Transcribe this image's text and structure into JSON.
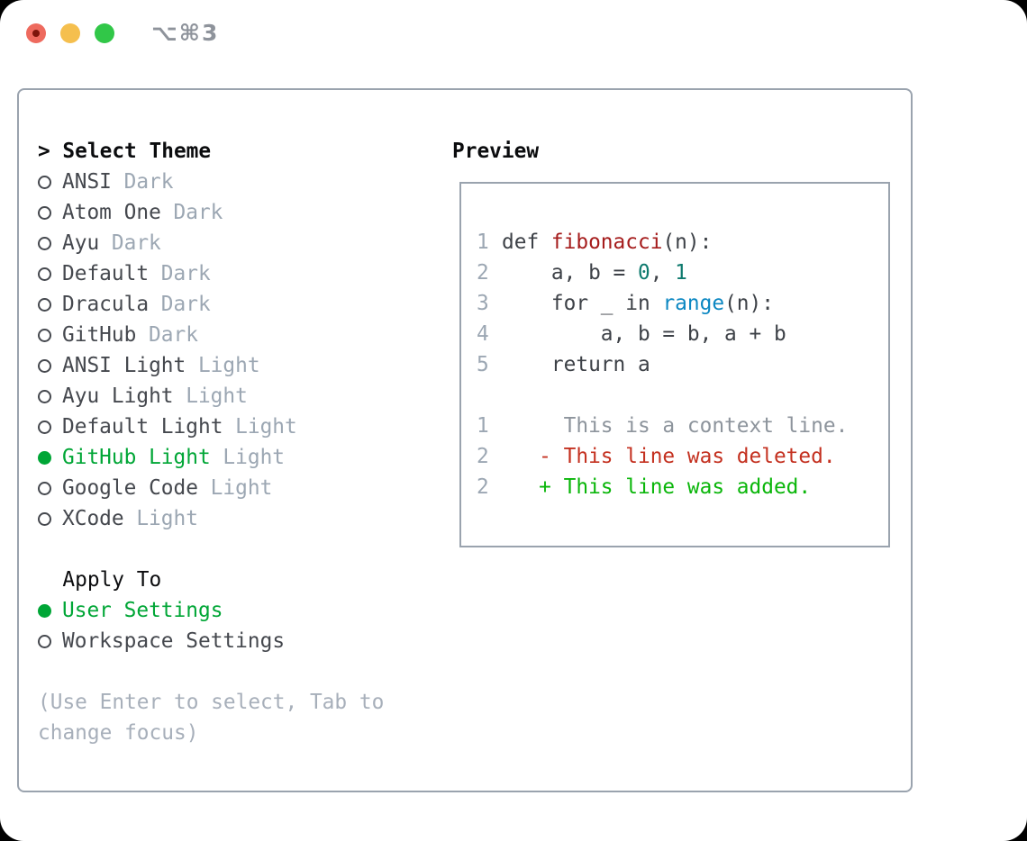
{
  "window": {
    "title": "⌥⌘3",
    "traffic_lights": {
      "close_color": "#ee6a5e",
      "close_dot_color": "#7d150b",
      "minimize_color": "#f5bf4e",
      "zoom_color": "#31c748"
    }
  },
  "left": {
    "header_prefix": ">",
    "header_label": "Select Theme",
    "themes": [
      {
        "name": "ANSI",
        "tag": "Dark",
        "selected": false
      },
      {
        "name": "Atom One",
        "tag": "Dark",
        "selected": false
      },
      {
        "name": "Ayu",
        "tag": "Dark",
        "selected": false
      },
      {
        "name": "Default",
        "tag": "Dark",
        "selected": false
      },
      {
        "name": "Dracula",
        "tag": "Dark",
        "selected": false
      },
      {
        "name": "GitHub",
        "tag": "Dark",
        "selected": false
      },
      {
        "name": "ANSI Light",
        "tag": "Light",
        "selected": false
      },
      {
        "name": "Ayu Light",
        "tag": "Light",
        "selected": false
      },
      {
        "name": "Default Light",
        "tag": "Light",
        "selected": false
      },
      {
        "name": "GitHub Light",
        "tag": "Light",
        "selected": true
      },
      {
        "name": "Google Code",
        "tag": "Light",
        "selected": false
      },
      {
        "name": "XCode",
        "tag": "Light",
        "selected": false
      }
    ],
    "apply_to_label": "Apply To",
    "apply_options": [
      {
        "name": "User Settings",
        "selected": true
      },
      {
        "name": "Workspace Settings",
        "selected": false
      }
    ],
    "hint_line1": "(Use Enter to select, Tab to",
    "hint_line2": "change focus)"
  },
  "preview": {
    "label": "Preview",
    "lines": [
      {
        "num": "1",
        "tokens": [
          {
            "t": "def ",
            "c": "code"
          },
          {
            "t": "fibonacci",
            "c": "func"
          },
          {
            "t": "(n):",
            "c": "code"
          }
        ]
      },
      {
        "num": "2",
        "tokens": [
          {
            "t": "    a, b = ",
            "c": "code"
          },
          {
            "t": "0",
            "c": "num"
          },
          {
            "t": ", ",
            "c": "code"
          },
          {
            "t": "1",
            "c": "num"
          }
        ]
      },
      {
        "num": "3",
        "tokens": [
          {
            "t": "    for _ in ",
            "c": "code"
          },
          {
            "t": "range",
            "c": "builtin"
          },
          {
            "t": "(n):",
            "c": "code"
          }
        ]
      },
      {
        "num": "4",
        "tokens": [
          {
            "t": "        a, b = b, a + b",
            "c": "code"
          }
        ]
      },
      {
        "num": "5",
        "tokens": [
          {
            "t": "    return a",
            "c": "code"
          }
        ]
      },
      {
        "num": "",
        "tokens": []
      },
      {
        "num": "1",
        "tokens": [
          {
            "t": "     This is a context line.",
            "c": "ctx"
          }
        ]
      },
      {
        "num": "2",
        "tokens": [
          {
            "t": "   - This line was deleted.",
            "c": "del"
          }
        ]
      },
      {
        "num": "2",
        "tokens": [
          {
            "t": "   + This line was added.",
            "c": "add"
          }
        ]
      }
    ]
  },
  "colors": {
    "panel_border": "#9aa3ae",
    "selection_green": "#00a636",
    "item_text": "#45484e",
    "tag_gray": "#9ca7b3",
    "hint_gray": "#a7afba",
    "code_default": "#3d4147",
    "function_red": "#a51c1c",
    "number_teal": "#0e7a6e",
    "builtin_blue": "#0b87c2",
    "context_gray": "#8d949c",
    "deleted_red": "#c43120",
    "added_green": "#0ab60a",
    "title_gray": "#8e939b"
  }
}
